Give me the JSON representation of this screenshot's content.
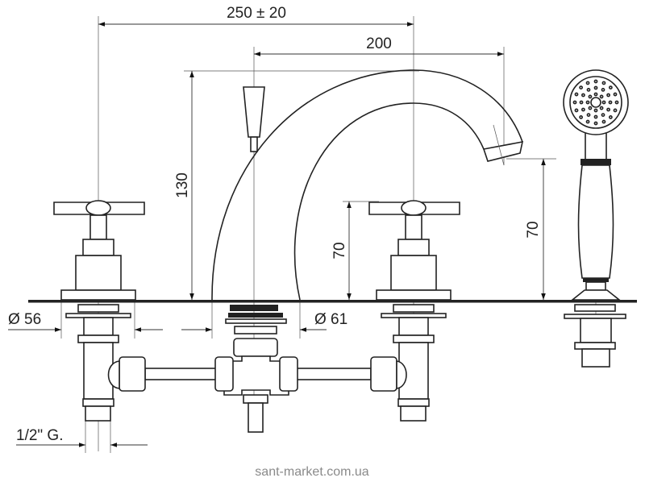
{
  "drawing": {
    "title": "Four-hole deck-mounted bath mixer dimension drawing",
    "dimensions": {
      "overall_width": "250 ± 20",
      "spout_reach": "200",
      "spout_height": "130",
      "handle_height": "70",
      "outlet_height": "70",
      "valve_base_diameter": "Ø 56",
      "spout_base_diameter": "Ø 61",
      "connection_thread": "1/2\" G."
    },
    "watermark": "sant-market.com.ua",
    "colors": {
      "line": "#222222",
      "watermark": "#8a8a8a"
    }
  }
}
